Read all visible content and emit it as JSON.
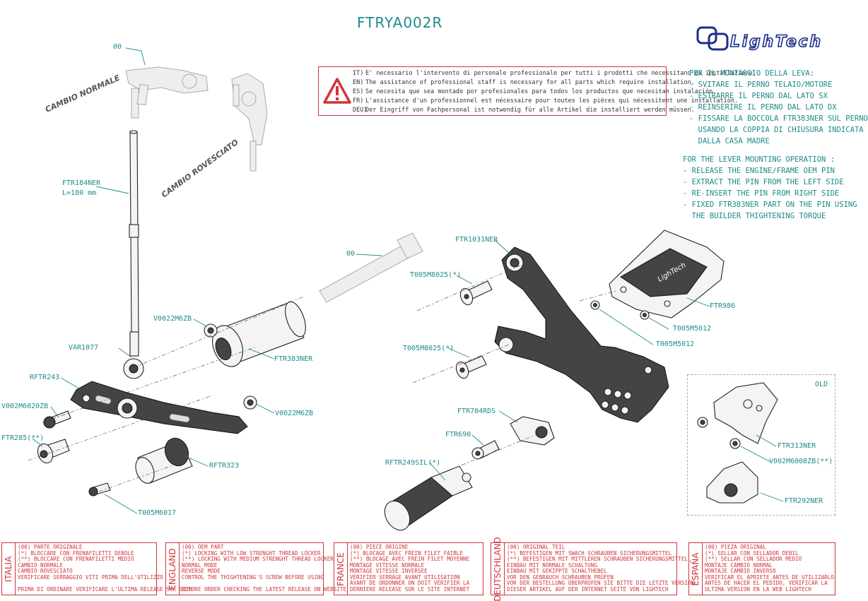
{
  "title": "FTRYA002R",
  "brand": "LighTech",
  "warning": [
    {
      "code": "IT)",
      "text": "E' necessario l'intervento di personale professionale per tutti i prodotti che necessitano di installazione."
    },
    {
      "code": "EN)",
      "text": "The assistance of professional staff is necessary for all parts which require installation."
    },
    {
      "code": "ES)",
      "text": "Se necesita que sea montado por profesionales para todos los productos que necesitan instalación."
    },
    {
      "code": "FR)",
      "text": "L'assistance d'un professionnel est nécessaire pour toutes les pièces qui nécessitent une installation."
    },
    {
      "code": "DEU)",
      "text": "Der Eingriff von Fachpersonal ist notwendig  für alle Artikel die installiert werden müssen."
    }
  ],
  "instructions_it": {
    "heading": "PER IL MONTAGGIO DELLA LEVA:",
    "lines": [
      "- SVITARE IL PERNO TELAIO/MOTORE",
      "- ESTRARRE IL PERNO DAL LATO SX",
      "- REINSERIRE IL PERNO DAL LATO DX",
      "- FISSARE LA BOCCOLA FTR383NER SUL PERNO",
      "  USANDO LA COPPIA DI CHIUSURA INDICATA",
      "  DALLA CASA MADRE"
    ]
  },
  "instructions_en": {
    "heading": "FOR THE LEVER MOUNTING OPERATION :",
    "lines": [
      "- RELEASE THE ENGINE/FRAME OEM PIN",
      "- EXTRACT THE PIN FROM THE LEFT SIDE",
      "- RE-INSERT THE PIN FROM RIGHT SIDE",
      "- FIXED FTR383NER PART ON THE PIN USING",
      "  THE BUILDER THIGHTENING TORQUE"
    ]
  },
  "mode_labels": {
    "normal": "CAMBIO NORMALE",
    "reversed": "CAMBIO ROVESCIATO"
  },
  "old_label": "OLD",
  "parts": {
    "p00a": "00",
    "p00b": "00",
    "ftr184": "FTR184NER",
    "ftr184_len": "L=180 mm",
    "v0022a": "V0022M6ZB",
    "var1077": "VAR1077",
    "ftr383": "FTR383NER",
    "rftr243": "RFTR243",
    "v002m6020": "V002M6020ZB",
    "ftr285": "FTR285(**)",
    "v0022b": "V0022M6ZB",
    "rftr323": "RFTR323",
    "t005m6017": "T005M6017",
    "ftr1031": "FTR1031NER",
    "t005m8025a": "T005M8025(*)",
    "t005m8025b": "T005M8025(*)",
    "ftr986": "FTR986",
    "t005m5012a": "T005M5012",
    "t005m5012b": "T005M5012",
    "ftr704": "FTR704RDS",
    "ftr690": "FTR690",
    "rftr249": "RFTR249SIL(*)",
    "ftr313": "FTR313NER",
    "v002m6008": "V002M6008ZB(**)",
    "ftr292": "FTR292NER"
  },
  "legend": [
    {
      "country": "ITALIA",
      "lines": [
        "(00) PARTE ORIGINALE",
        "(*)   BLOCCARE CON FRENAFILETTI DEBOLE",
        "(**)  BLOCCARE CON FRENAFILETTI MEDIO",
        "CAMBIO NORMALE",
        "CAMBIO ROVESCIATO",
        "VERIFICARE SERRAGGIO VITI PRIMA DELL'UTILIZZO",
        "",
        "PRIMA DI ORDINARE VERIFICARE L'ULTIMA RELEASE SUL SITO"
      ]
    },
    {
      "country": "ENGLAND",
      "lines": [
        "(00) OEM PART",
        "(*)   LOCKING WITH LOW STRENGHT THREAD LOCKER",
        "(**)  LOCKING WITH MEDIUM STRENGHT THREAD LOCKER",
        "NORMAL MODE",
        "REVERSE MODE",
        "CONTROL THE THIGHTENING'S SCREW BEFORE USING",
        "",
        "BEFORE ORDER CHECKING THE LATEST RELEASE ON WEBSITE"
      ]
    },
    {
      "country": "FRANCE",
      "lines": [
        "(00) PIECE ORIGINE",
        "(*)   BLOCAGE AVEC FREIN FILET FAIBLE",
        "(**)  BLOCAGE AVEC FREIN FILET MOYENNE",
        "MONTAGE VITESSE NORMALE",
        "MONTAGE VITESSE INVERSEE",
        "VERIFIER SERRAGE AVANT UTILISATION",
        "AVANT DE ORDONNER ON DOIT VÉRIFIER LA",
        "DERNIERE RELEASE SUR LE SITE INTERNET"
      ]
    },
    {
      "country": "DEUTSCHLAND",
      "lines": [
        "(00) ORIGINAL TEIL",
        "(*)   BEFESTIGEN MIT SWACH SCHRAUBEN SICHERUNGSMITTEL",
        "(**)  BEFESTIGEN MIT MITTLEREN SCHRAUBEN SICHERUNGSMITTEL",
        "EINBAU MIT NORMALE SCHALTUNG",
        "EINBAU MIT GEKIPPTE SCHALTHEBEL",
        "VOR DEN GEBRAUCH SCHRAUBEN PRÜFEN",
        "VOR DER BESTELLUNG ÜBERPRÜFEN SIE BITTE DIE LETZTE VERSION",
        "DIESER ARTIKEL AUF DER INTERNET SEITE VON LIGHTECH"
      ]
    },
    {
      "country": "ESPAÑA",
      "lines": [
        "(00) PIEZA ORIGINAL",
        "(*)   SELLAR CON SELLADOR DEBIL",
        "(**)  SELLAR CON SELLADOR MEDIO",
        "MONTAJE  CAMBIO NORMAL",
        "MONTAJE  CAMBIO INVERSO",
        "VERIFICAR EL APRIETE ANTES DE UTILIZARLO",
        "ANTES DE HACER EL PEDIDO, VERIFICAR LA",
        "ULTIMA VERSION EN LA WEB LIGHTECH"
      ]
    }
  ]
}
